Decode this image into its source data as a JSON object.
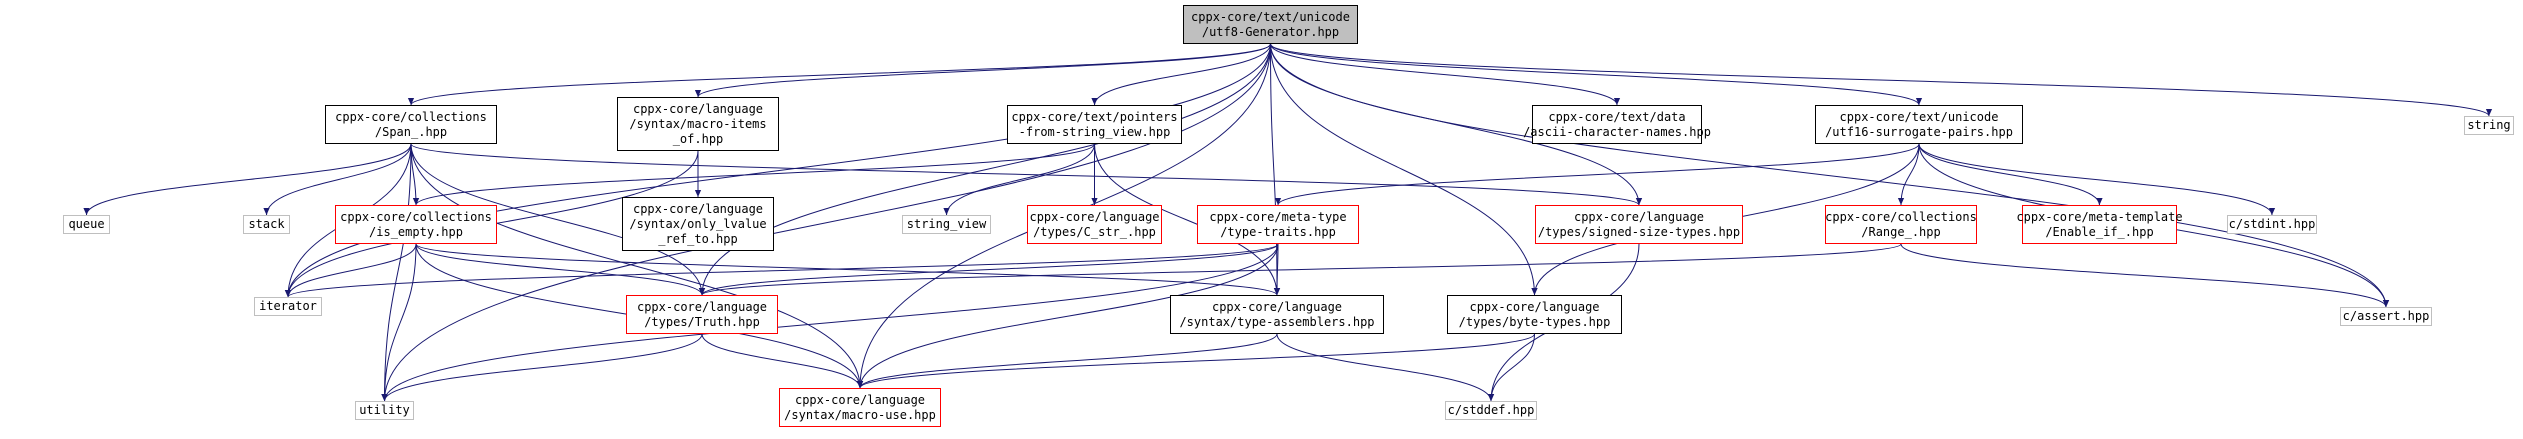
{
  "diagram": {
    "nodes": [
      {
        "id": "root",
        "lines": [
          "cppx-core/text/unicode",
          "/utf8-Generator.hpp"
        ],
        "style": "root"
      },
      {
        "id": "span",
        "lines": [
          "cppx-core/collections",
          "/Span_.hpp"
        ],
        "style": "normal"
      },
      {
        "id": "macroitems",
        "lines": [
          "cppx-core/language",
          "/syntax/macro-items",
          "_of.hpp"
        ],
        "style": "normal"
      },
      {
        "id": "pointers",
        "lines": [
          "cppx-core/text/pointers",
          "-from-string_view.hpp"
        ],
        "style": "normal"
      },
      {
        "id": "asciinames",
        "lines": [
          "cppx-core/text/data",
          "/ascii-character-names.hpp"
        ],
        "style": "normal"
      },
      {
        "id": "utf16",
        "lines": [
          "cppx-core/text/unicode",
          "/utf16-surrogate-pairs.hpp"
        ],
        "style": "normal"
      },
      {
        "id": "string",
        "lines": [
          "string"
        ],
        "style": "gray"
      },
      {
        "id": "queue",
        "lines": [
          "queue"
        ],
        "style": "gray"
      },
      {
        "id": "stack",
        "lines": [
          "stack"
        ],
        "style": "gray"
      },
      {
        "id": "isempty",
        "lines": [
          "cppx-core/collections",
          "/is_empty.hpp"
        ],
        "style": "red"
      },
      {
        "id": "onlylvalue",
        "lines": [
          "cppx-core/language",
          "/syntax/only_lvalue",
          "_ref_to.hpp"
        ],
        "style": "normal"
      },
      {
        "id": "stringview",
        "lines": [
          "string_view"
        ],
        "style": "gray"
      },
      {
        "id": "cstr",
        "lines": [
          "cppx-core/language",
          "/types/C_str_.hpp"
        ],
        "style": "red"
      },
      {
        "id": "typetraits",
        "lines": [
          "cppx-core/meta-type",
          "/type-traits.hpp"
        ],
        "style": "red"
      },
      {
        "id": "signedsize",
        "lines": [
          "cppx-core/language",
          "/types/signed-size-types.hpp"
        ],
        "style": "red"
      },
      {
        "id": "range",
        "lines": [
          "cppx-core/collections",
          "/Range_.hpp"
        ],
        "style": "red"
      },
      {
        "id": "enableif",
        "lines": [
          "cppx-core/meta-template",
          "/Enable_if_.hpp"
        ],
        "style": "red"
      },
      {
        "id": "cstdint",
        "lines": [
          "c/stdint.hpp"
        ],
        "style": "gray"
      },
      {
        "id": "iterator",
        "lines": [
          "iterator"
        ],
        "style": "gray"
      },
      {
        "id": "truth",
        "lines": [
          "cppx-core/language",
          "/types/Truth.hpp"
        ],
        "style": "red"
      },
      {
        "id": "typeassemblers",
        "lines": [
          "cppx-core/language",
          "/syntax/type-assemblers.hpp"
        ],
        "style": "normal"
      },
      {
        "id": "bytetypes",
        "lines": [
          "cppx-core/language",
          "/types/byte-types.hpp"
        ],
        "style": "normal"
      },
      {
        "id": "cassert",
        "lines": [
          "c/assert.hpp"
        ],
        "style": "gray"
      },
      {
        "id": "utility",
        "lines": [
          "utility"
        ],
        "style": "gray"
      },
      {
        "id": "macrouse",
        "lines": [
          "cppx-core/language",
          "/syntax/macro-use.hpp"
        ],
        "style": "red"
      },
      {
        "id": "cstddef",
        "lines": [
          "c/stddef.hpp"
        ],
        "style": "gray"
      }
    ],
    "edges": [
      [
        "root",
        "span"
      ],
      [
        "root",
        "macroitems"
      ],
      [
        "root",
        "pointers"
      ],
      [
        "root",
        "asciinames"
      ],
      [
        "root",
        "utf16"
      ],
      [
        "root",
        "string"
      ],
      [
        "root",
        "iterator"
      ],
      [
        "root",
        "utility"
      ],
      [
        "root",
        "truth"
      ],
      [
        "root",
        "macrouse"
      ],
      [
        "root",
        "typeassemblers"
      ],
      [
        "root",
        "bytetypes"
      ],
      [
        "root",
        "signedsize"
      ],
      [
        "root",
        "cassert"
      ],
      [
        "span",
        "queue"
      ],
      [
        "span",
        "stack"
      ],
      [
        "span",
        "isempty"
      ],
      [
        "span",
        "iterator"
      ],
      [
        "span",
        "utility"
      ],
      [
        "span",
        "truth"
      ],
      [
        "span",
        "macrouse"
      ],
      [
        "span",
        "signedsize"
      ],
      [
        "macroitems",
        "onlylvalue"
      ],
      [
        "macroitems",
        "iterator"
      ],
      [
        "pointers",
        "stringview"
      ],
      [
        "pointers",
        "cstr"
      ],
      [
        "pointers",
        "isempty"
      ],
      [
        "pointers",
        "typeassemblers"
      ],
      [
        "isempty",
        "iterator"
      ],
      [
        "isempty",
        "utility"
      ],
      [
        "isempty",
        "truth"
      ],
      [
        "isempty",
        "macrouse"
      ],
      [
        "isempty",
        "typeassemblers"
      ],
      [
        "typetraits",
        "iterator"
      ],
      [
        "typetraits",
        "truth"
      ],
      [
        "typetraits",
        "typeassemblers"
      ],
      [
        "typetraits",
        "macrouse"
      ],
      [
        "typetraits",
        "utility"
      ],
      [
        "utf16",
        "typetraits"
      ],
      [
        "utf16",
        "range"
      ],
      [
        "utf16",
        "enableif"
      ],
      [
        "utf16",
        "cstdint"
      ],
      [
        "utf16",
        "cassert"
      ],
      [
        "utf16",
        "bytetypes"
      ],
      [
        "signedsize",
        "cstddef"
      ],
      [
        "range",
        "truth"
      ],
      [
        "range",
        "cassert"
      ],
      [
        "truth",
        "utility"
      ],
      [
        "truth",
        "macrouse"
      ],
      [
        "typeassemblers",
        "macrouse"
      ],
      [
        "typeassemblers",
        "cstddef"
      ],
      [
        "bytetypes",
        "cstddef"
      ],
      [
        "bytetypes",
        "macrouse"
      ]
    ],
    "colors": {
      "edge": "#191970",
      "normal_border": "#000000",
      "red_border": "#ff0000",
      "gray_border": "#bfbfbf",
      "root_fill": "#bfbfbf"
    }
  }
}
